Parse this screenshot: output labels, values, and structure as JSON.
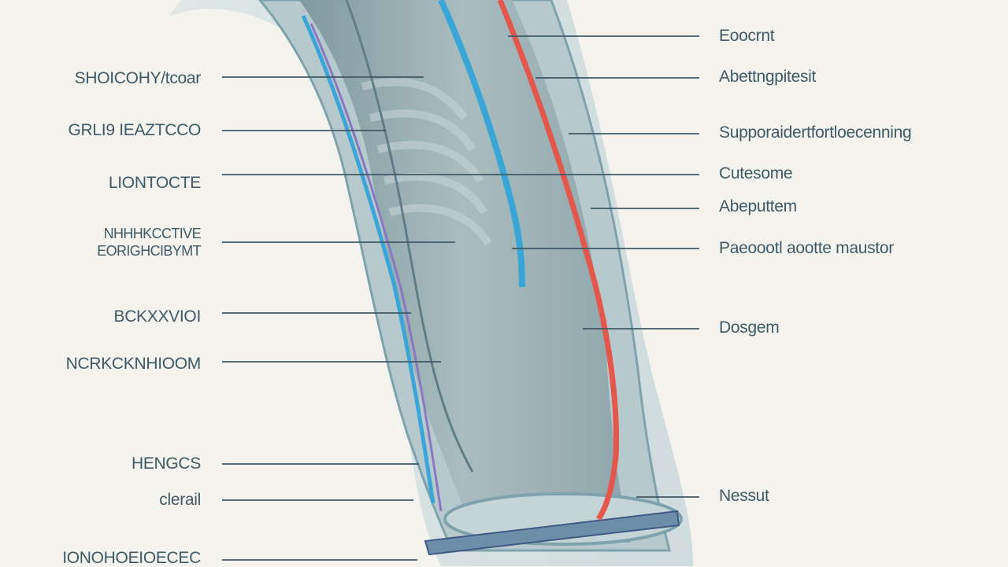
{
  "diagram": {
    "left_labels": [
      "SHOICOHY/tcoar",
      "GRLI9 IEAZTCCO",
      "LIONTOCTE",
      "NHHHKCCTIVE\nEORIGHCIBYMT",
      "BCKXXVIOI",
      "NCRKCKNHIOOM",
      "HENGCS",
      "clerail",
      "IONOHOEIOECEC"
    ],
    "right_labels": [
      "Eoocrnt",
      "Abettngpitesit",
      "Supporaidertfortloecenning",
      "Cutesome",
      "Abeputtem",
      "Paeoootl aootte maustor",
      "Dosgem",
      "Nessut"
    ],
    "colors": {
      "background": "#f4f3ee",
      "leader_line": "#3f5a66",
      "label_text": "#3f5a66",
      "outer_wall": "#a9c4c9",
      "inner_tissue": "#8fa9ad",
      "blue_vessel": "#3aa6d8",
      "red_vessel": "#e4574c",
      "purple_vessel": "#8a79c2"
    }
  }
}
